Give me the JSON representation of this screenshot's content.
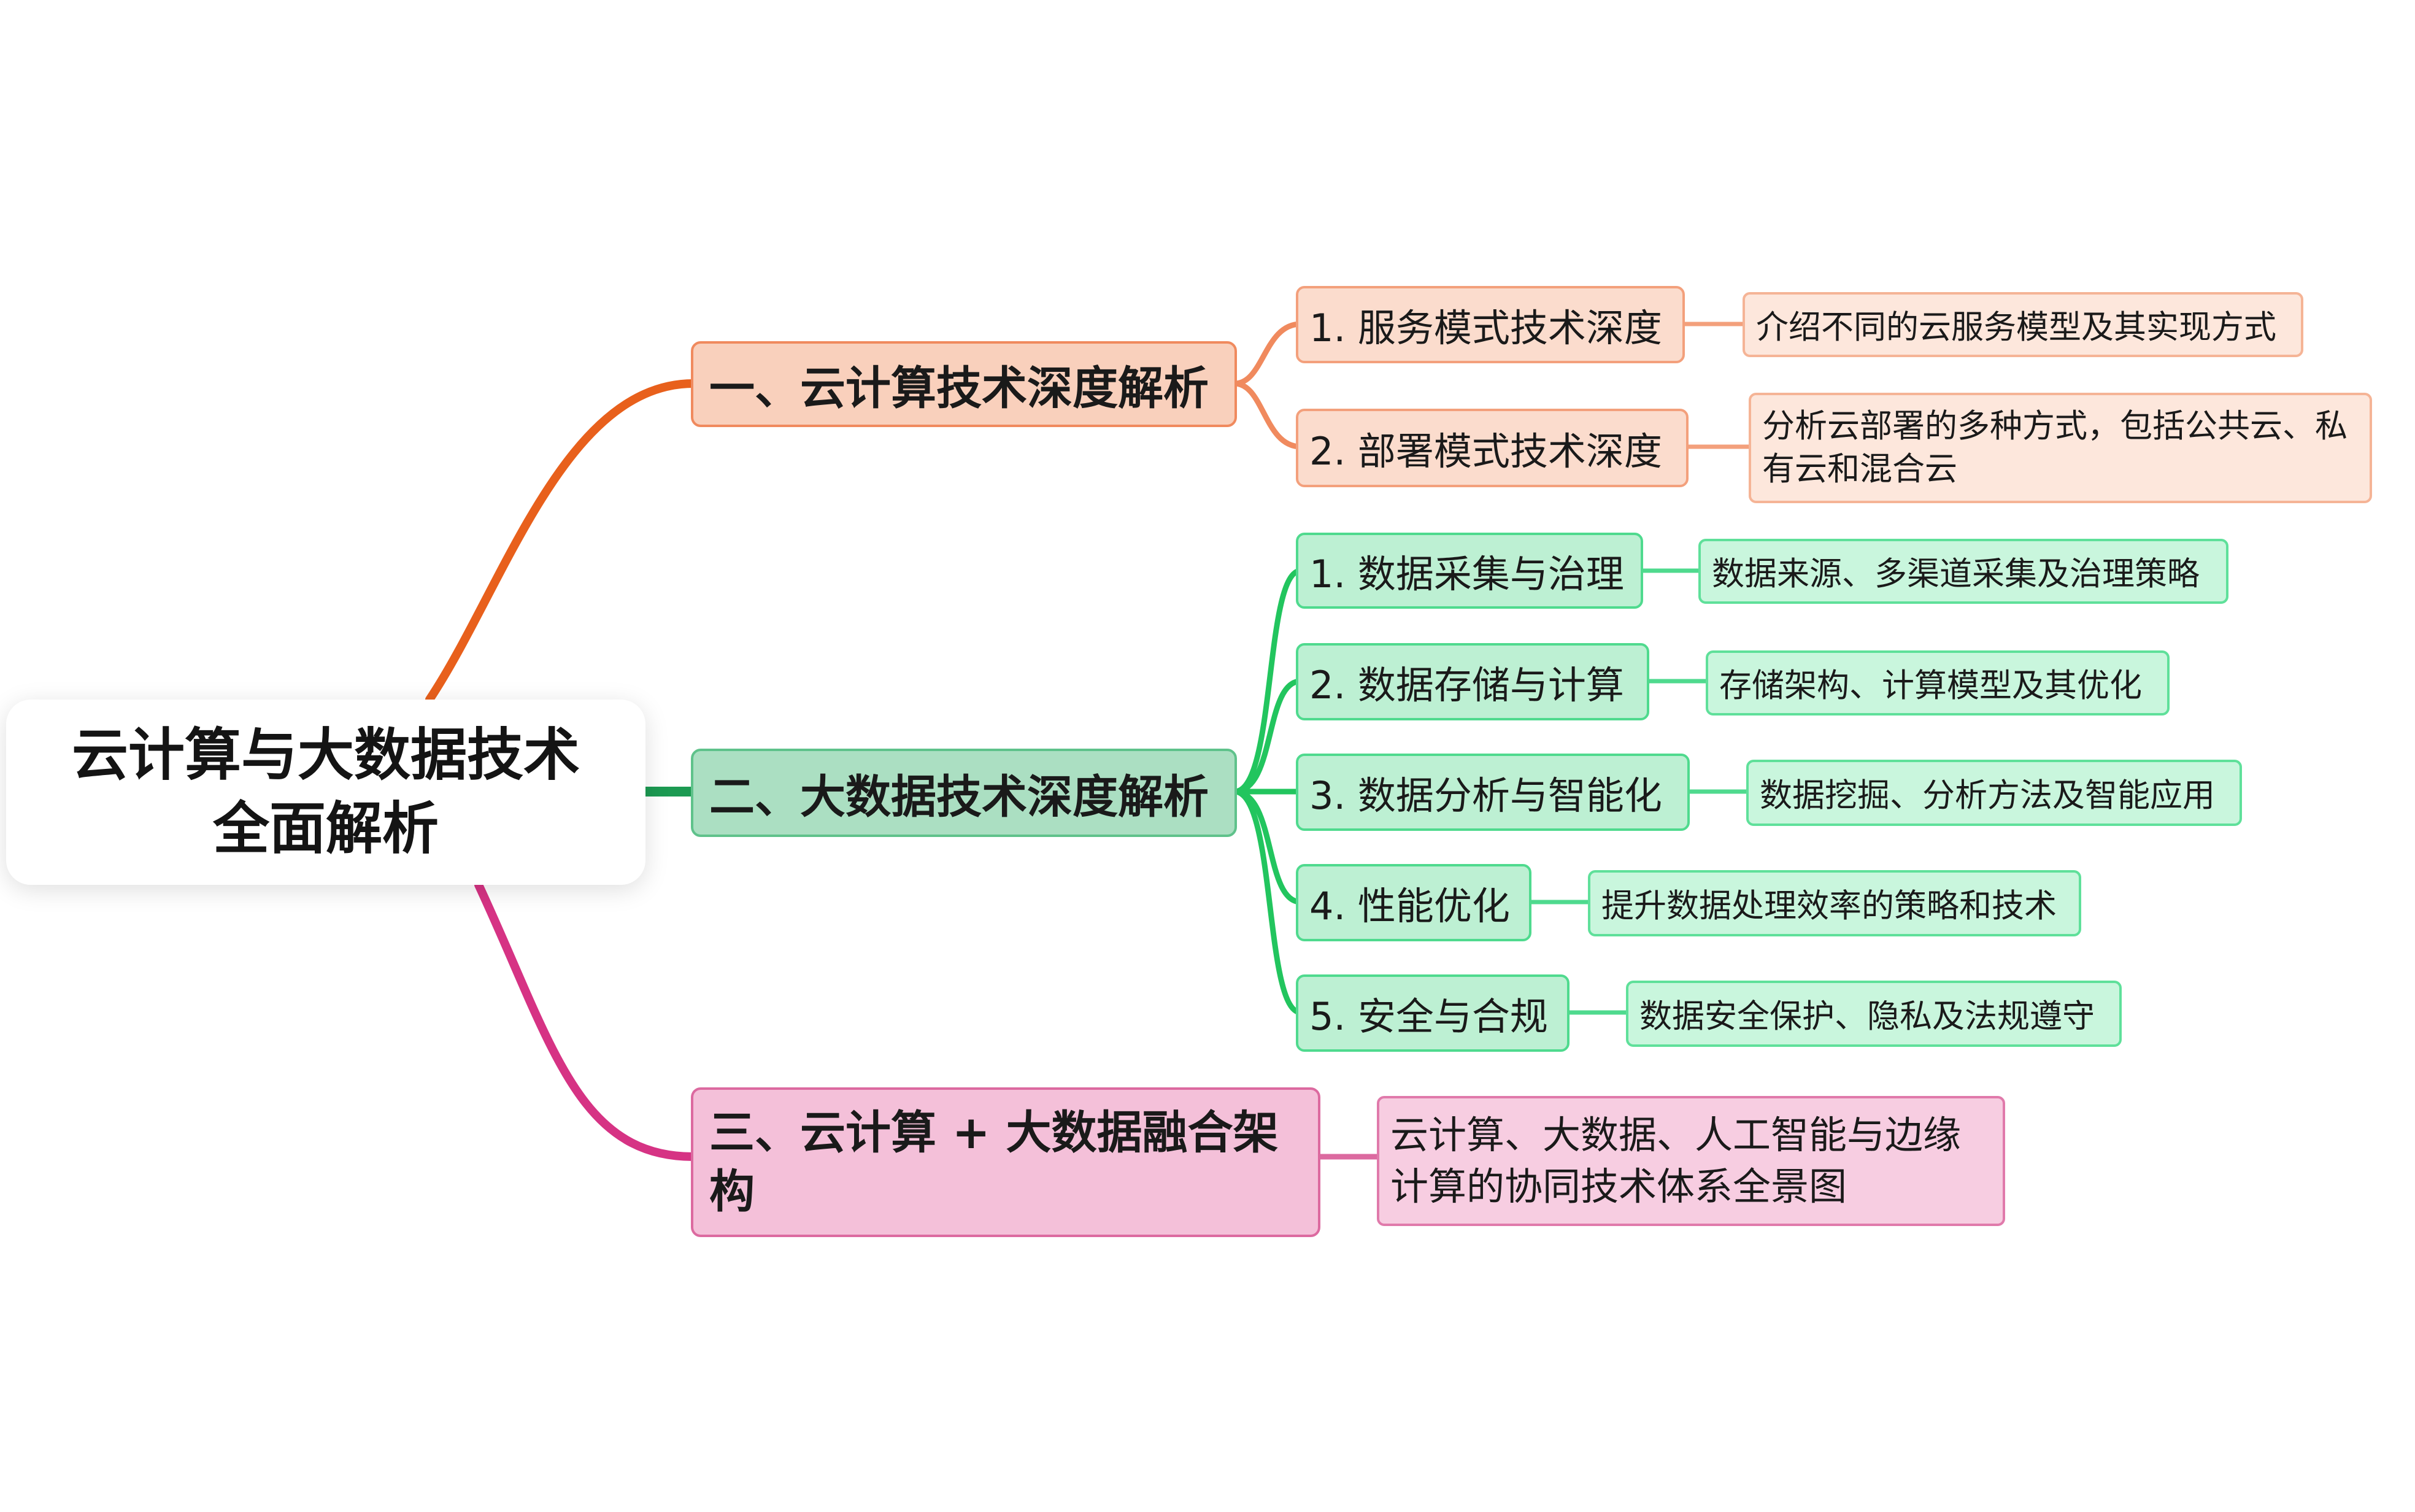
{
  "root": {
    "line1": "云计算与大数据技术",
    "line2": "全面解析"
  },
  "branches": [
    {
      "label": "一、云计算技术深度解析",
      "color": "#e8601c",
      "children": [
        {
          "label": "1. 服务模式技术深度",
          "note": "介绍不同的云服务模型及其实现方式"
        },
        {
          "label": "2. 部署模式技术深度",
          "note": "分析云部署的多种方式，包括公共云、私有云和混合云"
        }
      ]
    },
    {
      "label": "二、大数据技术深度解析",
      "color": "#22c55e",
      "children": [
        {
          "label": "1. 数据采集与治理",
          "note": "数据来源、多渠道采集及治理策略"
        },
        {
          "label": "2. 数据存储与计算",
          "note": "存储架构、计算模型及其优化"
        },
        {
          "label": "3. 数据分析与智能化",
          "note": "数据挖掘、分析方法及智能应用"
        },
        {
          "label": "4. 性能优化",
          "note": "提升数据处理效率的策略和技术"
        },
        {
          "label": "5. 安全与合规",
          "note": "数据安全保护、隐私及法规遵守"
        }
      ]
    },
    {
      "label": "三、云计算 + 大数据融合架构",
      "color": "#d63384",
      "note": "云计算、大数据、人工智能与边缘计算的协同技术体系全景图"
    }
  ]
}
